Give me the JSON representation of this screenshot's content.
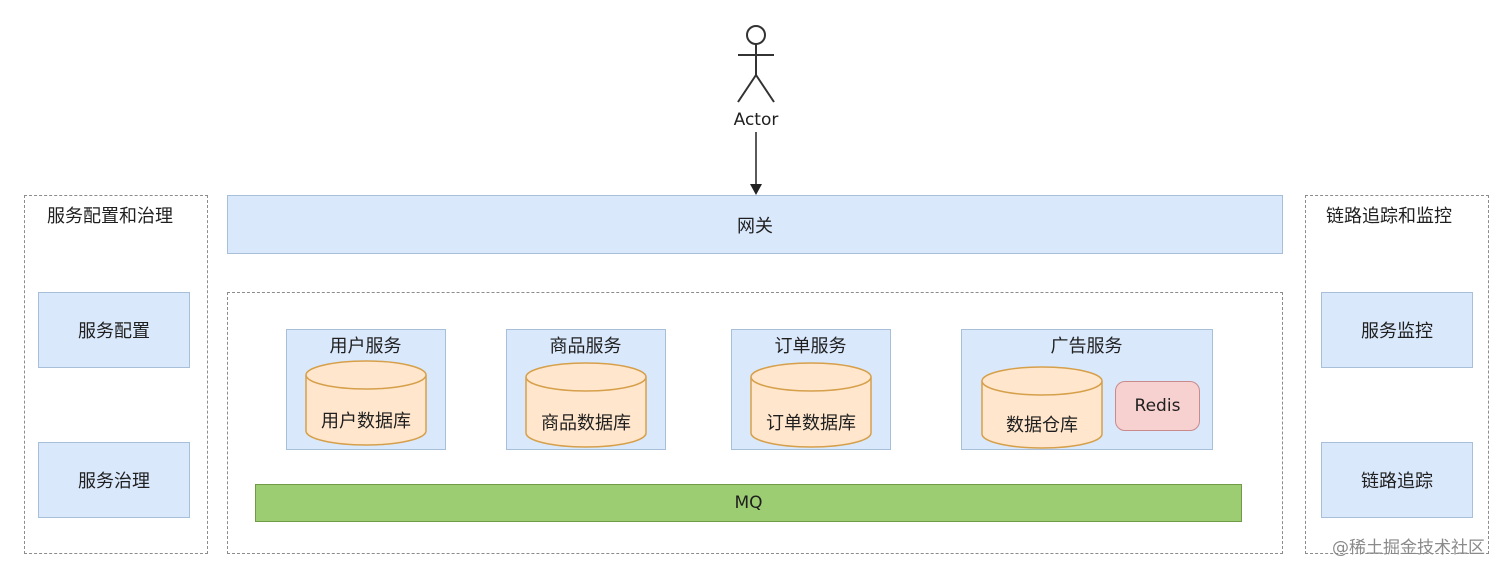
{
  "actor": {
    "label": "Actor"
  },
  "gateway": {
    "label": "网关"
  },
  "left_group": {
    "title": "服务配置和治理",
    "items": [
      "服务配置",
      "服务治理"
    ]
  },
  "right_group": {
    "title": "链路追踪和监控",
    "items": [
      "服务监控",
      "链路追踪"
    ]
  },
  "services": [
    {
      "title": "用户服务",
      "db": "用户数据库"
    },
    {
      "title": "商品服务",
      "db": "商品数据库"
    },
    {
      "title": "订单服务",
      "db": "订单数据库"
    },
    {
      "title": "广告服务",
      "db": "数据仓库",
      "cache": "Redis"
    }
  ],
  "mq": {
    "label": "MQ"
  },
  "watermark": "@稀土掘金技术社区",
  "colors": {
    "box_fill": "#dae8fc",
    "db_fill": "#ffe6cc",
    "db_stroke": "#d6a04b",
    "mq_fill": "#9dcd72",
    "redis_fill": "#f7d0d0"
  }
}
